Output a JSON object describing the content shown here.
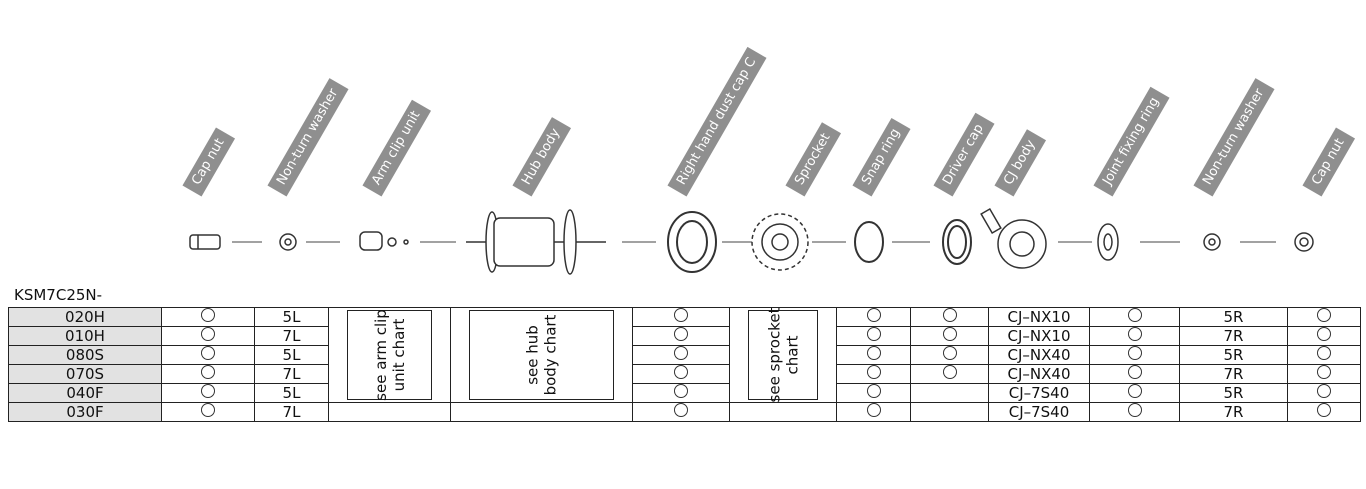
{
  "headers": [
    "Cap nut",
    "Non-turn washer",
    "Arm clip unit",
    "Hub body",
    "Right hand dust cap C",
    "Sprocket",
    "Snap ring",
    "Driver cap",
    "CJ body",
    "Joint fixing ring",
    "Non-turn washer",
    "Cap nut"
  ],
  "model_prefix": "KSM7C25N-",
  "box_texts": {
    "arm": "see arm clip\nunit chart",
    "hub": "see hub\nbody chart",
    "sprocket": "see sprocket\nchart"
  },
  "rows": [
    {
      "code": "020H",
      "washer_l": "5L",
      "cj": "CJ–NX10",
      "washer_r": "5R"
    },
    {
      "code": "010H",
      "washer_l": "7L",
      "cj": "CJ–NX10",
      "washer_r": "7R"
    },
    {
      "code": "080S",
      "washer_l": "5L",
      "cj": "CJ–NX40",
      "washer_r": "5R"
    },
    {
      "code": "070S",
      "washer_l": "7L",
      "cj": "CJ–NX40",
      "washer_r": "7R"
    },
    {
      "code": "040F",
      "washer_l": "5L",
      "cj": "CJ–7S40",
      "washer_r": "5R"
    },
    {
      "code": "030F",
      "washer_l": "7L",
      "cj": "CJ–7S40",
      "washer_r": "7R"
    }
  ]
}
